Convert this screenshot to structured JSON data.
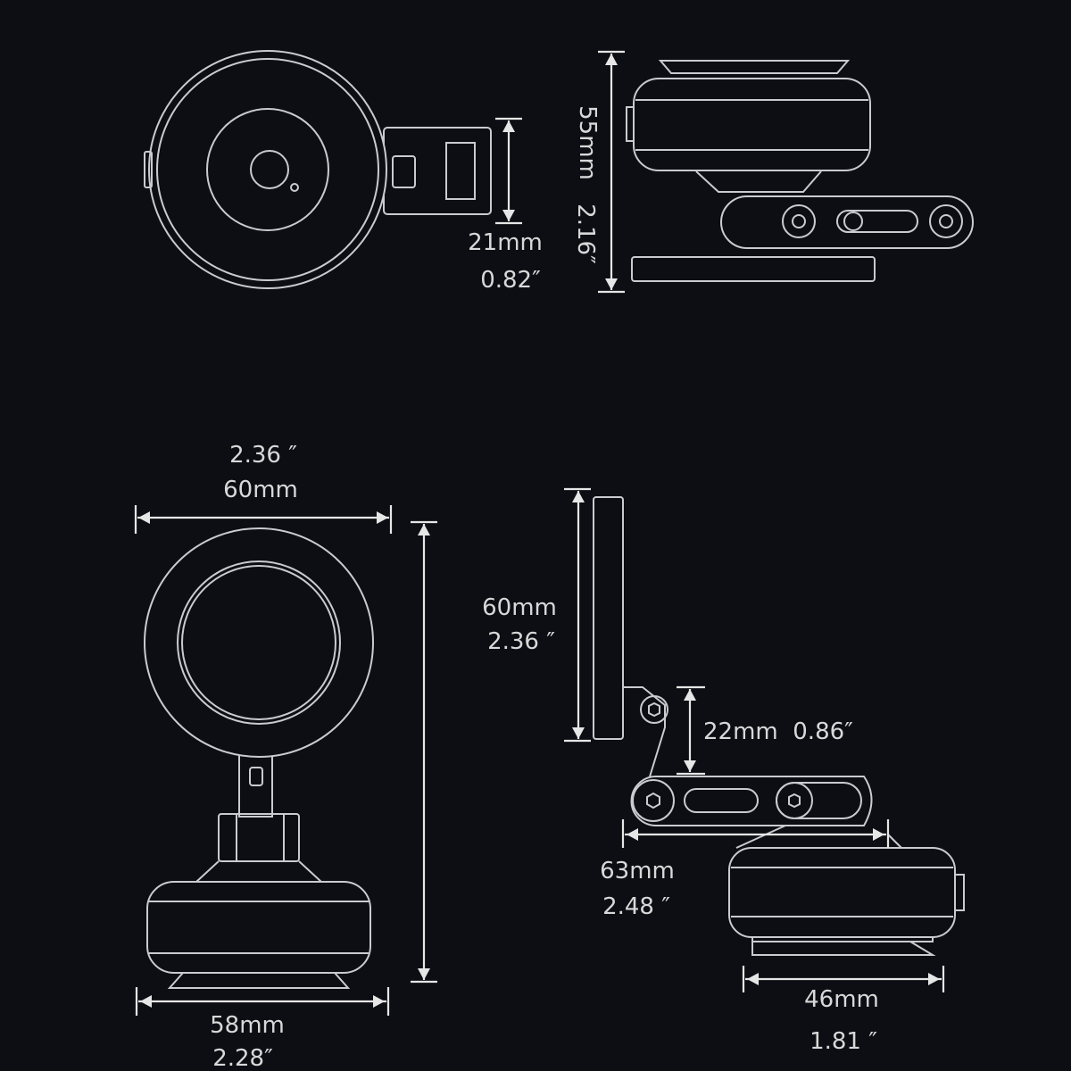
{
  "top_view": {
    "width_mm": "21mm",
    "width_in": "0.82″"
  },
  "side_view": {
    "height_mm": "55mm",
    "height_in": "2.16″"
  },
  "front_view": {
    "top_in": "2.36 ″",
    "top_mm": "60mm",
    "base_mm": "58mm",
    "base_in": "2.28″"
  },
  "profile_view": {
    "plate_mm": "60mm",
    "plate_in": "2.36 ″",
    "joint": "22mm  0.86″",
    "arm_mm": "63mm",
    "arm_in": "2.48 ″",
    "base_mm": "46mm",
    "base_in": "1.81 ″"
  },
  "colors": {
    "background": "#0c0e14",
    "line": "#c9cbd0"
  }
}
